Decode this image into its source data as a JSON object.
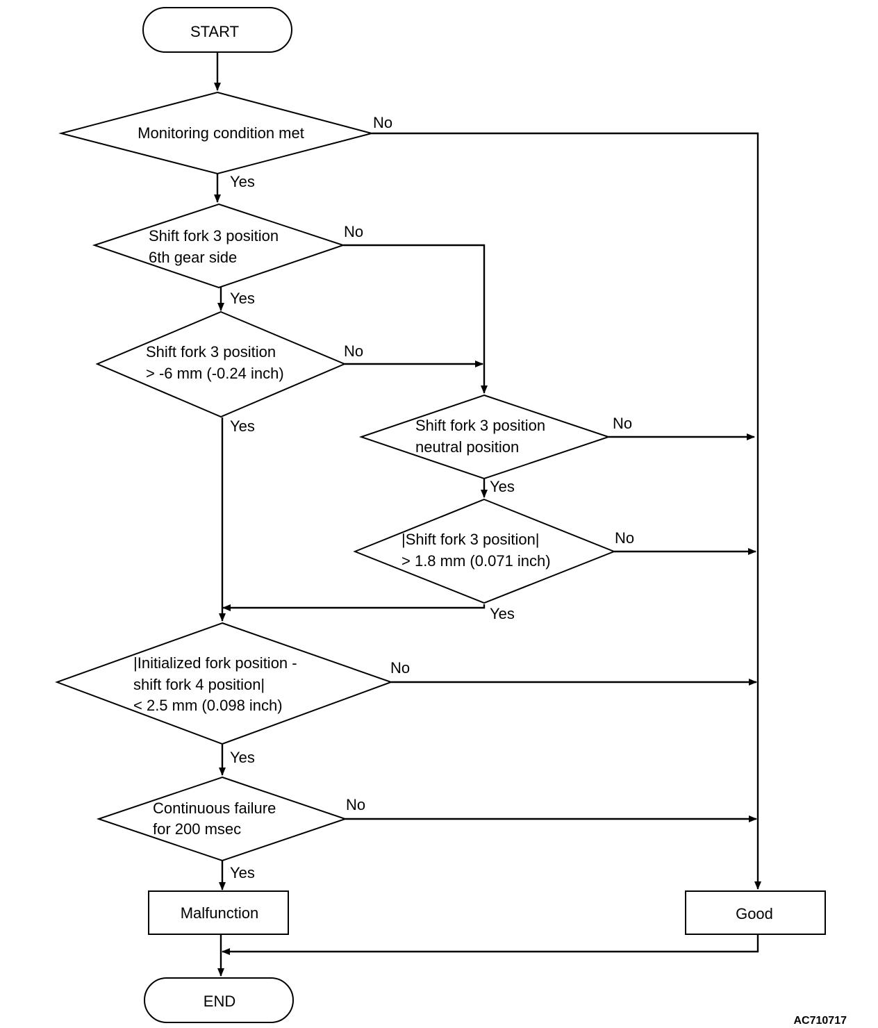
{
  "nodes": {
    "start": "START",
    "end": "END",
    "monitoring": "Monitoring condition met",
    "fork3_6th": {
      "line1": "Shift fork 3 position",
      "line2": "6th gear side"
    },
    "fork3_gt": {
      "line1": "Shift fork 3 position",
      "line2": "> -6 mm (-0.24 inch)"
    },
    "fork3_neutral": {
      "line1": "Shift fork 3 position",
      "line2": "neutral position"
    },
    "fork3_abs": {
      "line1": "|Shift fork 3 position|",
      "line2": "> 1.8 mm (0.071 inch)"
    },
    "init_fork4": {
      "line1": "|Initialized fork position -",
      "line2": "shift fork 4 position|",
      "line3": "< 2.5 mm (0.098 inch)"
    },
    "continuous": {
      "line1": "Continuous failure",
      "line2": "for 200 msec"
    },
    "malfunction": "Malfunction",
    "good": "Good"
  },
  "branches": {
    "yes": "Yes",
    "no": "No"
  },
  "figure_code": "AC710717"
}
